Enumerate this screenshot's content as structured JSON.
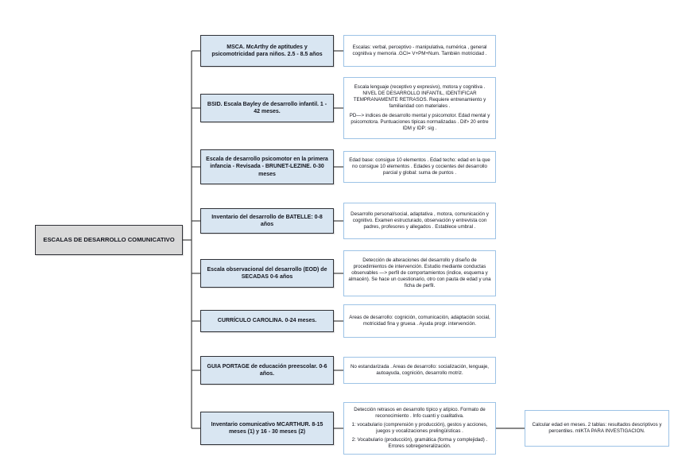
{
  "root": {
    "label": "ESCALAS DE DESARROLLO COMUNICATIVO"
  },
  "rows": [
    {
      "label": "MSCA. McArthy de aptitudes y psicomotricidad para niños. 2.5 - 8.5 años",
      "details": [
        "Escalas: verbal, perceptivo - manipulativa, numérica , general cognitiva y memoria .GCI= V+PM+Num. También motricidad ."
      ]
    },
    {
      "label": "BSID. Escala Bayley de desarrollo infantil. 1 - 42 meses.",
      "details": [
        "Escala lenguaje (receptivo y expresivo), motora y cognitiva . NIVEL DE DESARROLLO INFANTIL, IDENTIFICAR TEMPRANAMENTE RETRASOS. Requiere entrenamiento y familiaridad con materiales .",
        "PD—> indices de desarrollo mental y psicomotor. Edad mental y psicomotora. Puntuaciones tipicas normalizadas . Dif> 20 entre IDM y IDP: sig ."
      ]
    },
    {
      "label": "Escala de desarrollo psicomotor en la primera infancia - Revisada - BRUNET-LEZINE. 0-30 meses",
      "details": [
        "Edad base: consigue 10 elementos . Edad techo: edad en la que no consigue 10 elementos . Edades y cocientes del desarrollo parcial y global: suma de puntos ."
      ]
    },
    {
      "label": "Inventario del desarrollo de BATELLE: 0-8 años",
      "details": [
        "Desarrollo personal/social, adaptativa , motora, comunicación y cognitivo. Examen estructurado, observación y entrevista con padres, profesores y allegados . Establece umbral ."
      ]
    },
    {
      "label": "Escala observacional del desarrollo (EOD) de SECADAS 0-6 años",
      "details": [
        "Detección de alteraciones del desarrollo y diseño de procedimientos de intervención. Estudio mediante conductas observables —> perfil de comportamientos (indice, esquema y almacén). Se hace un cuestionario, otro con pauta de edad y una ficha de perfil."
      ]
    },
    {
      "label": "CURRÍCULO CAROLINA. 0-24 meses.",
      "details": [
        "Areas de desarrollo: cognición, comunicación, adaptación social, motricidad fina y gruesa . Ayuda progr. intervención."
      ]
    },
    {
      "label": "GUIA PORTAGE de educación preescolar. 0-6 años.",
      "details": [
        "No estandarizada . Areas de desarrollo: socialización, lenguaje, autoayuda, cognición, desarrollo motriz."
      ]
    },
    {
      "label": "Inventario comunicativo MCARTHUR. 8-15 meses (1) y 16 - 30 meses (2)",
      "details": [
        "Detección retrasos en desarrollo típico y atípico. Formato de reconocimiento . Info cuanti y cualitativa.",
        "1: vocabulario (comprensión y producción), gestos y acciones, juegos y vocalizaciones prelingüísticas .",
        "2: Vocabulario (producción), gramática (forma y complejidad) . Errores sobregeneralización."
      ]
    }
  ],
  "extra": {
    "text": "Calcular edad en meses. 2 tablas: resultados descriptivos y percentiles. mIKTA PARA INVESTIGACION."
  },
  "colors": {
    "branch_fill": "#d9e6f2",
    "branch_border": "#2f3137",
    "root_fill": "#d9d9d9",
    "detail_border": "#9dc3e6",
    "connector": "#404040",
    "text": "#14161f"
  }
}
